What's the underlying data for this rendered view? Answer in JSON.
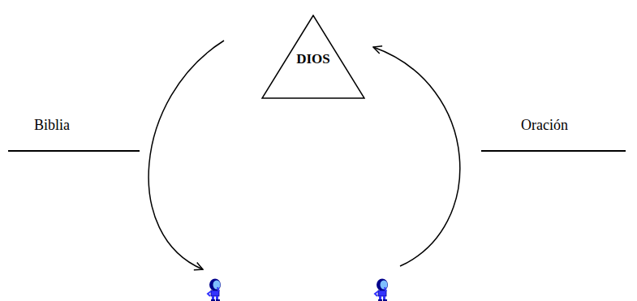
{
  "diagram": {
    "nodes": [
      {
        "text": [
          "DIOS"
        ]
      }
    ],
    "labels": [
      "Biblia",
      "Oración"
    ]
  }
}
